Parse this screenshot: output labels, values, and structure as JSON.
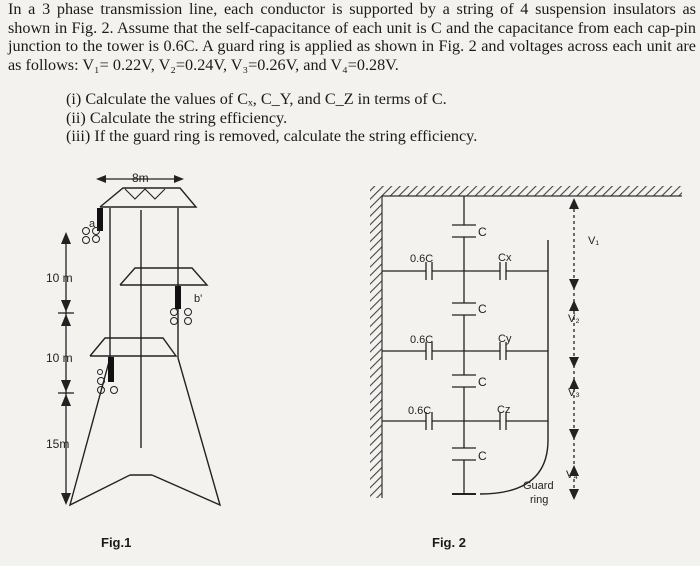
{
  "problem": {
    "paragraph": "In a 3 phase transmission line, each conductor is supported by a string of 4 suspension insulators as shown in Fig. 2. Assume that the self-capacitance of each unit is C and the capacitance from each cap-pin junction to the tower is 0.6C. A guard ring is applied as shown in Fig. 2 and voltages across each unit are as follows: V₁= 0.22V, V₂=0.24V, V₃=0.26V, and V₄=0.28V.",
    "items": [
      "(i)   Calculate the values of Cₓ, C_Y, and C_Z in terms of C.",
      "(ii)  Calculate the string efficiency.",
      "(iii) If the guard ring is removed, calculate the string efficiency."
    ]
  },
  "fig1": {
    "caption": "Fig.1",
    "width_label": "8m",
    "dim_top": "10 m",
    "dim_mid": "10 m",
    "dim_bottom": "15m",
    "conductor_a": "a",
    "conductor_b": "b'"
  },
  "fig2": {
    "caption": "Fig. 2",
    "self_cap": "C",
    "tower_cap": "0.6C",
    "cx": "Cx",
    "cy": "Cy",
    "cz": "Cz",
    "v1": "V₁",
    "v2": "V₂",
    "v3": "V₃",
    "v4": "V₄",
    "guard_ring": [
      "Guard",
      "ring"
    ]
  }
}
